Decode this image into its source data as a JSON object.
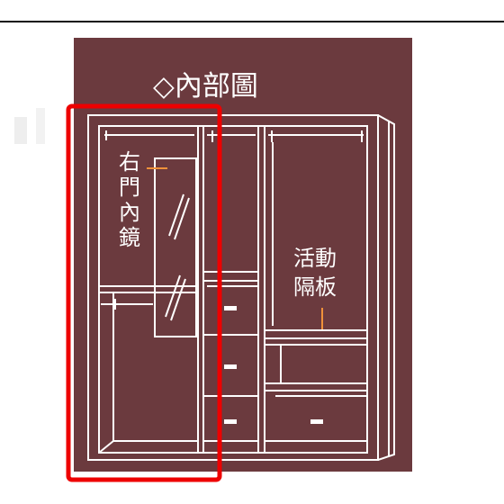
{
  "diagram": {
    "title": "◇內部圖",
    "labels": {
      "right_door_mirror": [
        "右",
        "門",
        "內",
        "鏡"
      ],
      "movable_shelf": [
        "活動",
        "隔板"
      ]
    },
    "colors": {
      "panel": "#6b3a3e",
      "line": "#ffffff",
      "leader": "#f0913a",
      "highlight": "#ee0000"
    }
  }
}
